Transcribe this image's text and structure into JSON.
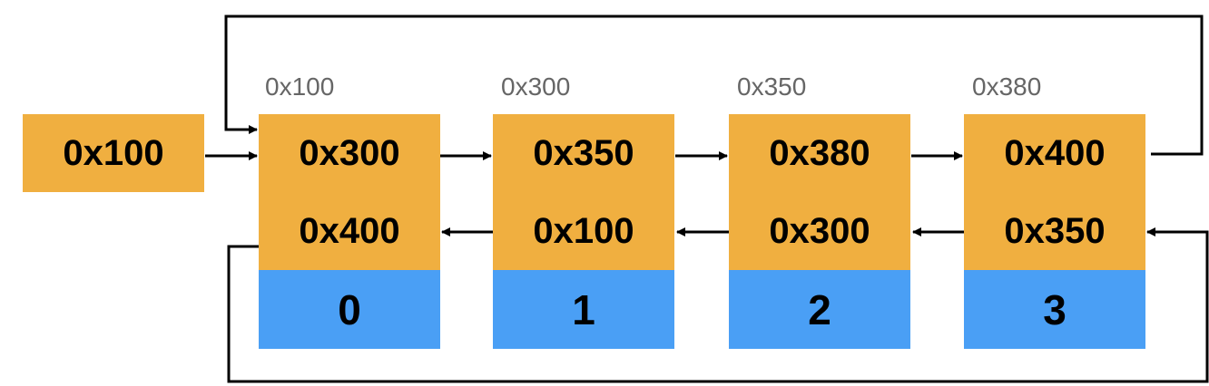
{
  "head": {
    "value": "0x100"
  },
  "nodes": [
    {
      "address": "0x100",
      "next": "0x300",
      "prev": "0x400",
      "index": "0"
    },
    {
      "address": "0x300",
      "next": "0x350",
      "prev": "0x100",
      "index": "1"
    },
    {
      "address": "0x350",
      "next": "0x380",
      "prev": "0x300",
      "index": "2"
    },
    {
      "address": "0x380",
      "next": "0x400",
      "prev": "0x350",
      "index": "3"
    }
  ],
  "colors": {
    "pointer_box": "#F0AF40",
    "index_box": "#4A9FF5",
    "address_text": "#666666",
    "arrow": "#000000"
  }
}
